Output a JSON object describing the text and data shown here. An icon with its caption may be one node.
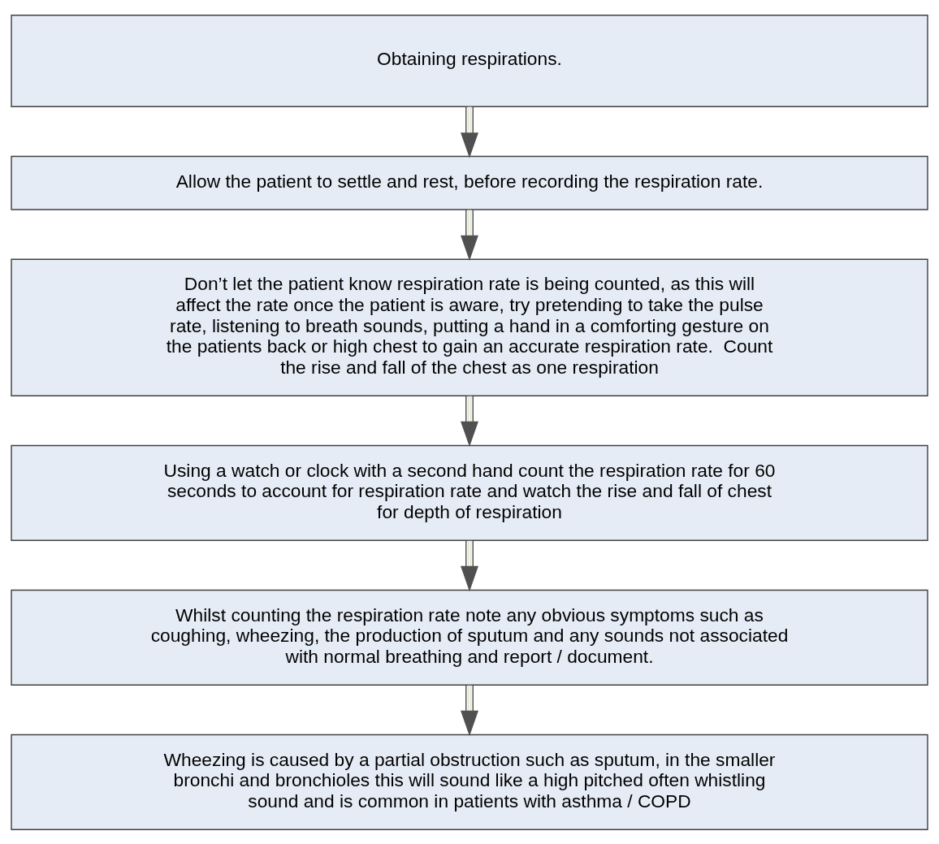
{
  "diagram": {
    "nodes": [
      {
        "text": [
          "Obtaining respirations."
        ]
      },
      {
        "text": [
          "Allow the patient to settle and rest, before recording the respiration rate."
        ]
      },
      {
        "text": [
          "Don’t let the patient know respiration rate is being counted, as this will affect the rate once the patient is aware, try pretending to take the pulse rate, listening to breath sounds, putting a hand in a comforting gesture on the patients back or high chest to gain an accurate respiration rate.  Count the rise and fall of the chest as one respiration"
        ]
      },
      {
        "text": [
          "Using a watch or clock with a second hand count the respiration rate for 60 seconds to account for respiration rate and watch the rise and fall of chest for depth of respiration"
        ]
      },
      {
        "text": [
          "Whilst counting the respiration rate note any obvious symptoms such as coughing, wheezing, the production of sputum and any sounds not associated with normal breathing and report / document."
        ]
      },
      {
        "text": [
          "Wheezing is caused by a partial obstruction such as sputum, in the smaller bronchi and bronchioles this will sound like a high pitched often whistling sound and is common in patients with asthma / COPD"
        ]
      }
    ],
    "edges": [
      {
        "from": 0,
        "to": 1,
        "arrow": "to"
      },
      {
        "from": 1,
        "to": 2,
        "arrow": "to"
      },
      {
        "from": 2,
        "to": 3,
        "arrow": "to"
      },
      {
        "from": 3,
        "to": 4,
        "arrow": "to"
      },
      {
        "from": 4,
        "to": 5,
        "arrow": "to"
      }
    ]
  }
}
